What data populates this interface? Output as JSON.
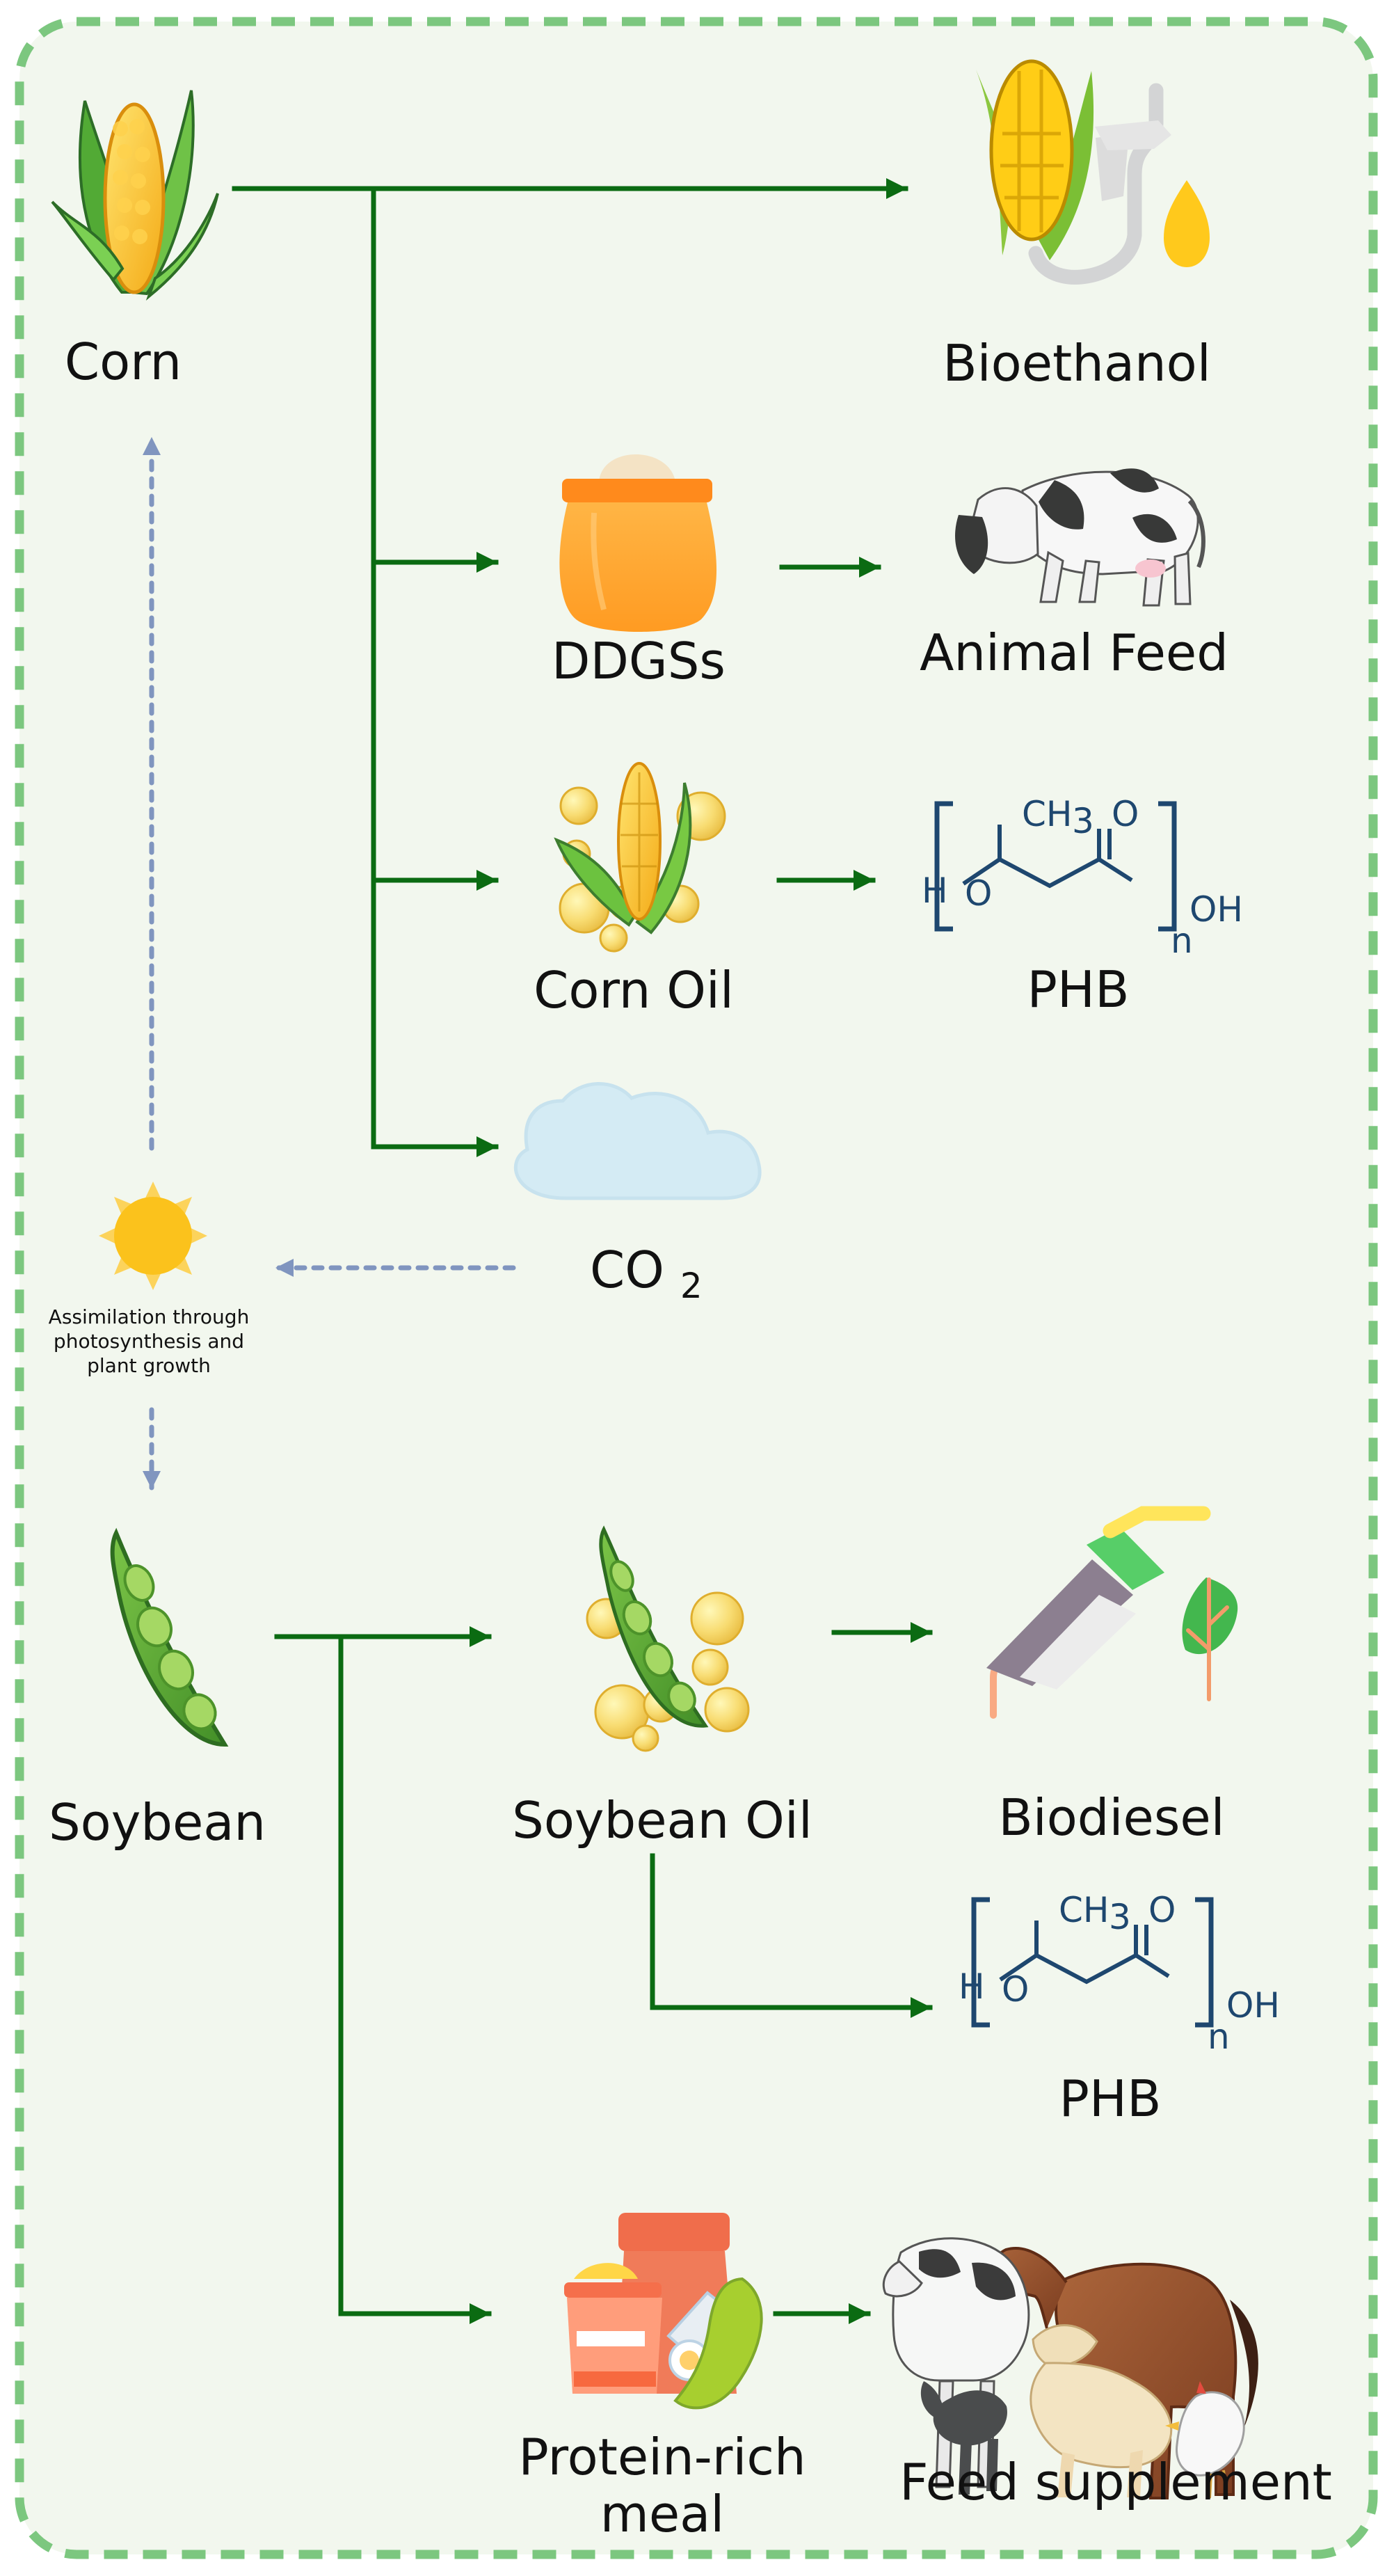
{
  "diagram": {
    "title": "",
    "labels": {
      "corn": "Corn",
      "bioethanol": "Bioethanol",
      "ddgss": "DDGSs",
      "animal_feed": "Animal Feed",
      "corn_oil": "Corn Oil",
      "phb_top": "PHB",
      "co2_prefix": "CO",
      "co2_subscript": "2",
      "assimilation_line_1": "Assimilation through",
      "assimilation_line_2": "photosynthesis and",
      "assimilation_line_3": "plant growth",
      "soybean": "Soybean",
      "soybean_oil": "Soybean Oil",
      "biodiesel": "Biodiesel",
      "phb_bottom": "PHB",
      "protein_line_1": "Protein-rich",
      "protein_line_2": "meal",
      "feed_supplement": "Feed supplement"
    },
    "chemical": {
      "h": "H",
      "o": "O",
      "ch3": "CH",
      "subscript_3": "3",
      "n": "n",
      "oh": "OH",
      "carbonyl_o": "O"
    },
    "icons": {
      "corn": "corn-icon",
      "bioethanol": "corn-fuel-pump-icon",
      "ddgss": "grain-sack-icon",
      "animal_feed": "cow-icon",
      "corn_oil": "corn-oil-droplets-icon",
      "phb": "phb-polymer-structure-icon",
      "co2": "cloud-icon",
      "sun": "sun-icon",
      "soybean": "soybean-pod-icon",
      "soybean_oil": "soybean-oil-droplets-icon",
      "biodiesel": "biodiesel-pump-leaf-icon",
      "protein_meal": "protein-meal-bag-icon",
      "feed_supplement": "farm-animals-icon"
    },
    "colors": {
      "border": "#7cc77f",
      "background": "#f2f7ee",
      "arrow_green": "#0b6b12",
      "arrow_blue": "#8095bf",
      "chem_blue": "#1e476f"
    }
  }
}
